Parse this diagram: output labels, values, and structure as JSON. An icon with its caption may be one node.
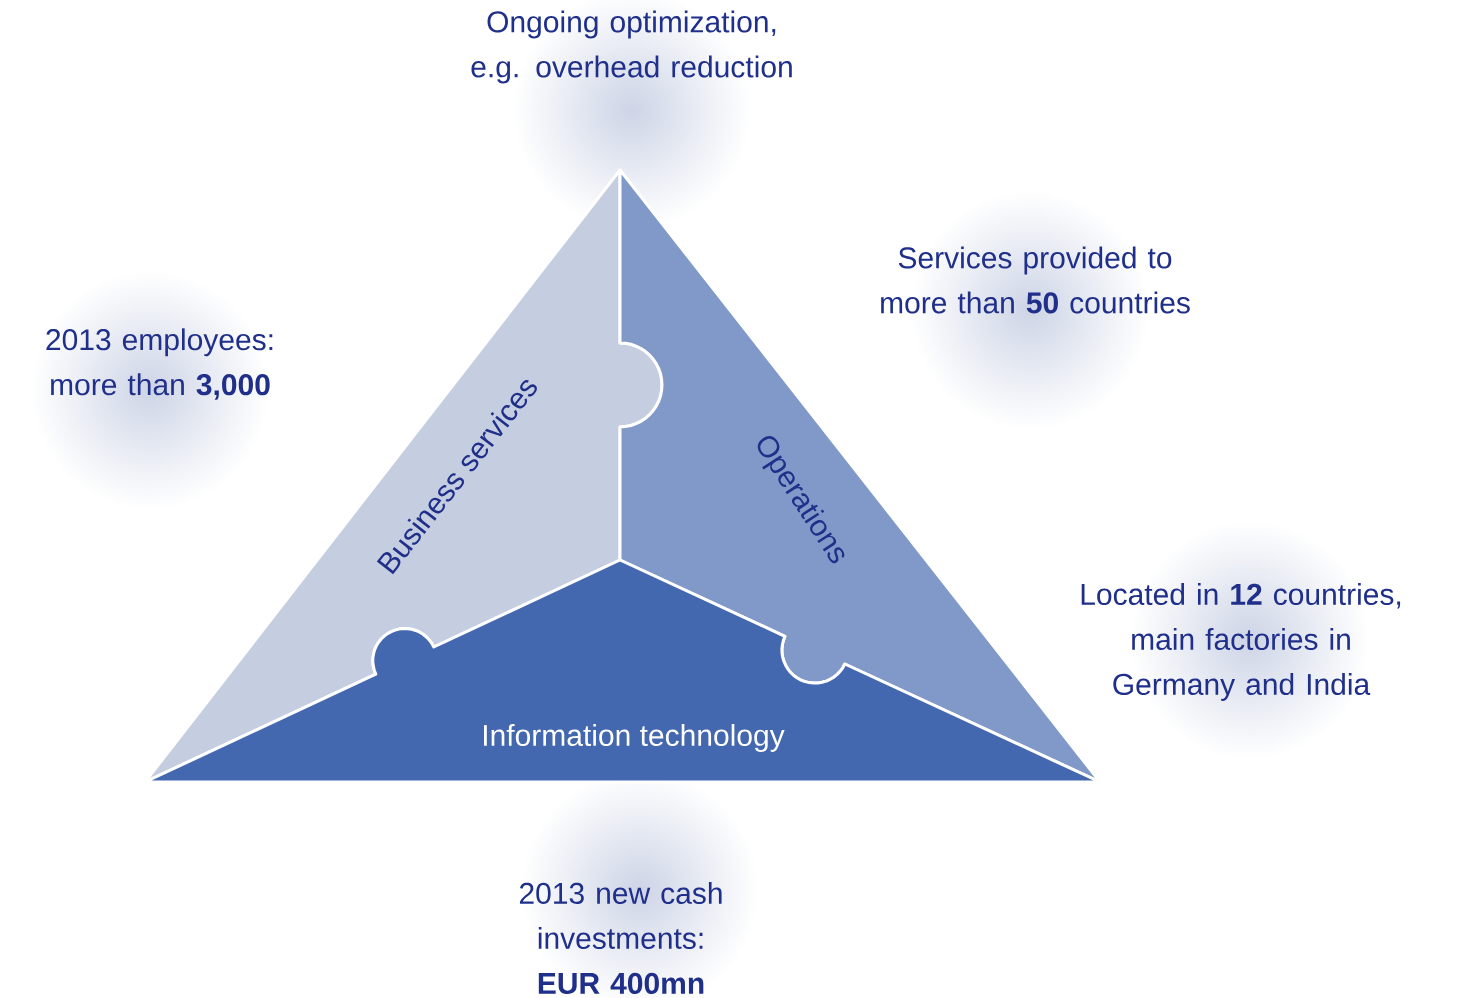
{
  "diagram": {
    "nodes": [
      {
        "text": [
          "Business services"
        ]
      },
      {
        "text": [
          "Operations"
        ]
      },
      {
        "text": [
          "Information technology"
        ]
      }
    ],
    "labels": [
      "Ongoing optimization, e.g. overhead reduction",
      "Services provided to more than **50** countries",
      "2013 employees: more than **3,000**",
      "Located in **12** countries, main factories in Germany and India",
      "2013 new cash investments: **EUR 400mn**"
    ]
  }
}
